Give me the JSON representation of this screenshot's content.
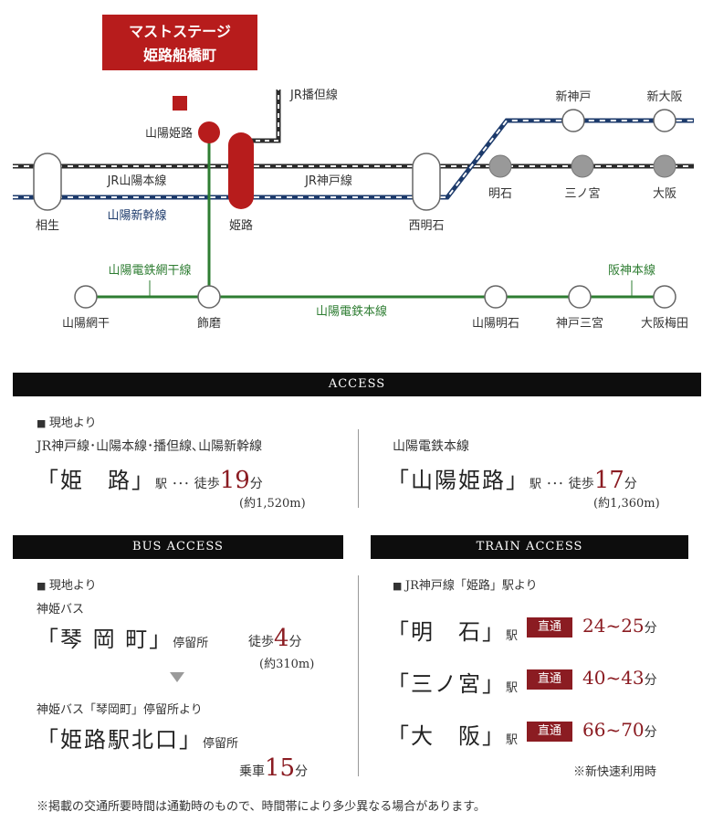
{
  "property": {
    "line1": "マストステージ",
    "line2": "姫路船橋町"
  },
  "map": {
    "lines": {
      "sanyo_main": "JR山陽本線",
      "shinkansen": "山陽新幹線",
      "kobe": "JR神戸線",
      "bantan": "JR播但線",
      "aboshi": "山陽電鉄網干線",
      "sanyo_dentetsu": "山陽電鉄本線",
      "hanshin": "阪神本線"
    },
    "stations": {
      "sanyo_himeji": "山陽姫路",
      "himeji": "姫路",
      "aioi": "相生",
      "nishiakashi": "西明石",
      "akashi": "明石",
      "sannomiya": "三ノ宮",
      "osaka": "大阪",
      "shinkobe": "新神戸",
      "shinosaka": "新大阪",
      "sanyo_aboshi": "山陽網干",
      "shikama": "飾磨",
      "sanyo_akashi": "山陽明石",
      "kobe_sannomiya": "神戸三宮",
      "osaka_umeda": "大阪梅田"
    },
    "colors": {
      "jr": "#2b2b2b",
      "shinkansen": "#1c3a6b",
      "sanyo": "#2e7d32",
      "accent": "#b71c1c"
    }
  },
  "access": {
    "title": "ACCESS",
    "from_label": "現地より",
    "left": {
      "lines": "JR神戸線･山陽本線･播但線､山陽新幹線",
      "open": "「",
      "station": "姫　路",
      "close": "」",
      "eki": "駅",
      "dots": "･･･",
      "walk": "徒歩",
      "minutes": "19",
      "fun": "分",
      "distance": "(約1,520m)"
    },
    "right": {
      "lines": "山陽電鉄本線",
      "open": "「",
      "station": "山陽姫路",
      "close": "」",
      "eki": "駅",
      "dots": "･･･",
      "walk": "徒歩",
      "minutes": "17",
      "fun": "分",
      "distance": "(約1,360m)"
    }
  },
  "bus": {
    "title": "BUS ACCESS",
    "from_label": "現地より",
    "company": "神姫バス",
    "stop1": {
      "open": "「",
      "name": "琴 岡 町",
      "close": "」",
      "suffix": "停留所",
      "walk": "徒歩",
      "minutes": "4",
      "fun": "分",
      "distance": "(約310m)"
    },
    "from_stop": "神姫バス「琴岡町」停留所より",
    "stop2": {
      "open": "「",
      "name": "姫路駅北口",
      "close": "」",
      "suffix": "停留所",
      "ride": "乗車",
      "minutes": "15",
      "fun": "分"
    }
  },
  "train": {
    "title": "TRAIN ACCESS",
    "from_label": "JR神戸線「姫路」駅より",
    "rows": [
      {
        "open": "「",
        "name": "明　石",
        "close": "」",
        "eki": "駅",
        "badge": "直通",
        "time": "24~25",
        "fun": "分"
      },
      {
        "open": "「",
        "name": "三ノ宮",
        "close": "」",
        "eki": "駅",
        "badge": "直通",
        "time": "40~43",
        "fun": "分"
      },
      {
        "open": "「",
        "name": "大　阪",
        "close": "」",
        "eki": "駅",
        "badge": "直通",
        "time": "66~70",
        "fun": "分"
      }
    ],
    "note": "※新快速利用時"
  },
  "footnote": "※掲載の交通所要時間は通勤時のもので、時間帯により多少異なる場合があります。"
}
